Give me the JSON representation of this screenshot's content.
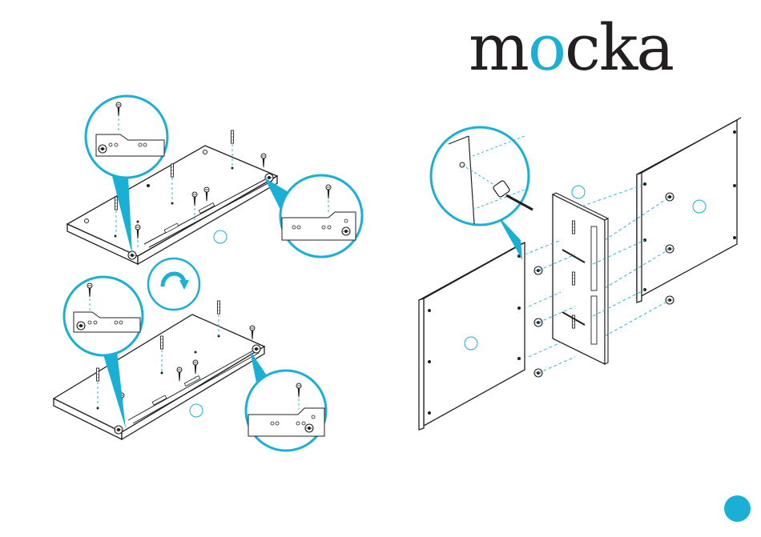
{
  "brand": {
    "logo_text": "mocka",
    "logo_accent_letter": "o"
  },
  "colors": {
    "accent": "#1aafd4",
    "line": "#231f20",
    "guide": "#1aafd4"
  },
  "icons": {
    "flip": "rotate-arrow-icon",
    "screw": "screw-icon",
    "dowel": "dowel-icon",
    "cam": "cam-lock-icon"
  },
  "steps": {
    "left": {
      "panels": [
        "panel-top-upper",
        "panel-top-lower"
      ],
      "action": "flip-over"
    },
    "right": {
      "panels": [
        "side-panel-left",
        "middle-panel",
        "side-panel-right"
      ]
    }
  }
}
